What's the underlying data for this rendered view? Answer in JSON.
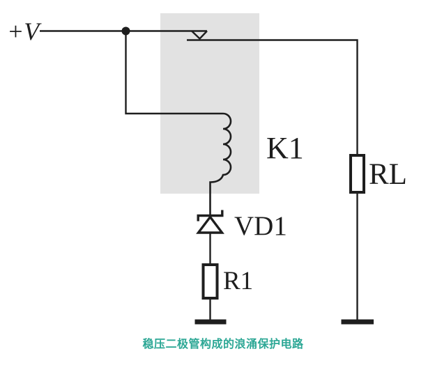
{
  "diagram": {
    "caption": "稳压二极管构成的浪涌保护电路",
    "labels": {
      "supply": "+V",
      "relay_coil": "K1",
      "zener_diode": "VD1",
      "resistor": "R1",
      "load_resistor": "RL"
    },
    "colors": {
      "line": "#1e1e1e",
      "relay_highlight_box": "#e2e2e2",
      "caption": "#2ca795",
      "background": "#ffffff"
    }
  }
}
